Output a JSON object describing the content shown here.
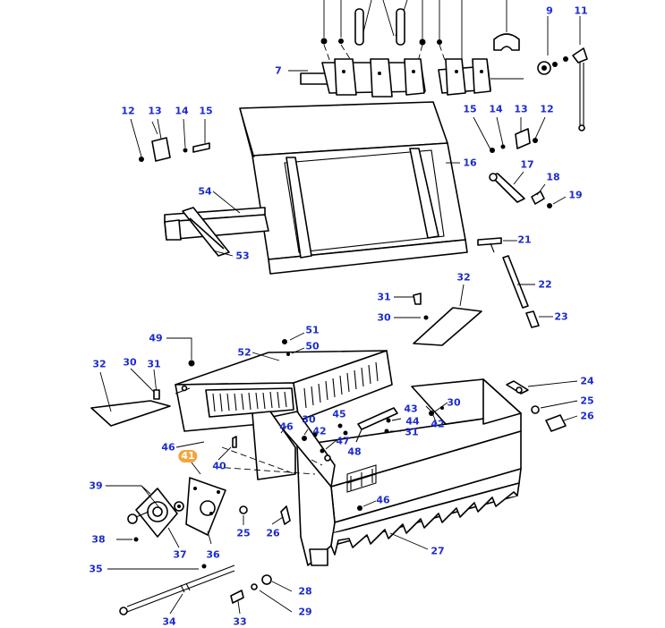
{
  "highlight_color": "#f2a53a",
  "label_color": "#1c2bd0",
  "callouts": [
    {
      "n": "7"
    },
    {
      "n": "9"
    },
    {
      "n": "11"
    },
    {
      "n": "12"
    },
    {
      "n": "13"
    },
    {
      "n": "14"
    },
    {
      "n": "15"
    },
    {
      "n": "15"
    },
    {
      "n": "14"
    },
    {
      "n": "13"
    },
    {
      "n": "12"
    },
    {
      "n": "16"
    },
    {
      "n": "17"
    },
    {
      "n": "18"
    },
    {
      "n": "19"
    },
    {
      "n": "54"
    },
    {
      "n": "53"
    },
    {
      "n": "21"
    },
    {
      "n": "32"
    },
    {
      "n": "31"
    },
    {
      "n": "22"
    },
    {
      "n": "30"
    },
    {
      "n": "23"
    },
    {
      "n": "51"
    },
    {
      "n": "49"
    },
    {
      "n": "50"
    },
    {
      "n": "52"
    },
    {
      "n": "32"
    },
    {
      "n": "30"
    },
    {
      "n": "31"
    },
    {
      "n": "24"
    },
    {
      "n": "30"
    },
    {
      "n": "25"
    },
    {
      "n": "30"
    },
    {
      "n": "45"
    },
    {
      "n": "43"
    },
    {
      "n": "42"
    },
    {
      "n": "26"
    },
    {
      "n": "46"
    },
    {
      "n": "42"
    },
    {
      "n": "44"
    },
    {
      "n": "47"
    },
    {
      "n": "31"
    },
    {
      "n": "46"
    },
    {
      "n": "48"
    },
    {
      "n": "41",
      "highlight": true
    },
    {
      "n": "40"
    },
    {
      "n": "39"
    },
    {
      "n": "46"
    },
    {
      "n": "38"
    },
    {
      "n": "25"
    },
    {
      "n": "26"
    },
    {
      "n": "37"
    },
    {
      "n": "36"
    },
    {
      "n": "27"
    },
    {
      "n": "35"
    },
    {
      "n": "28"
    },
    {
      "n": "29"
    },
    {
      "n": "34"
    },
    {
      "n": "33"
    }
  ]
}
